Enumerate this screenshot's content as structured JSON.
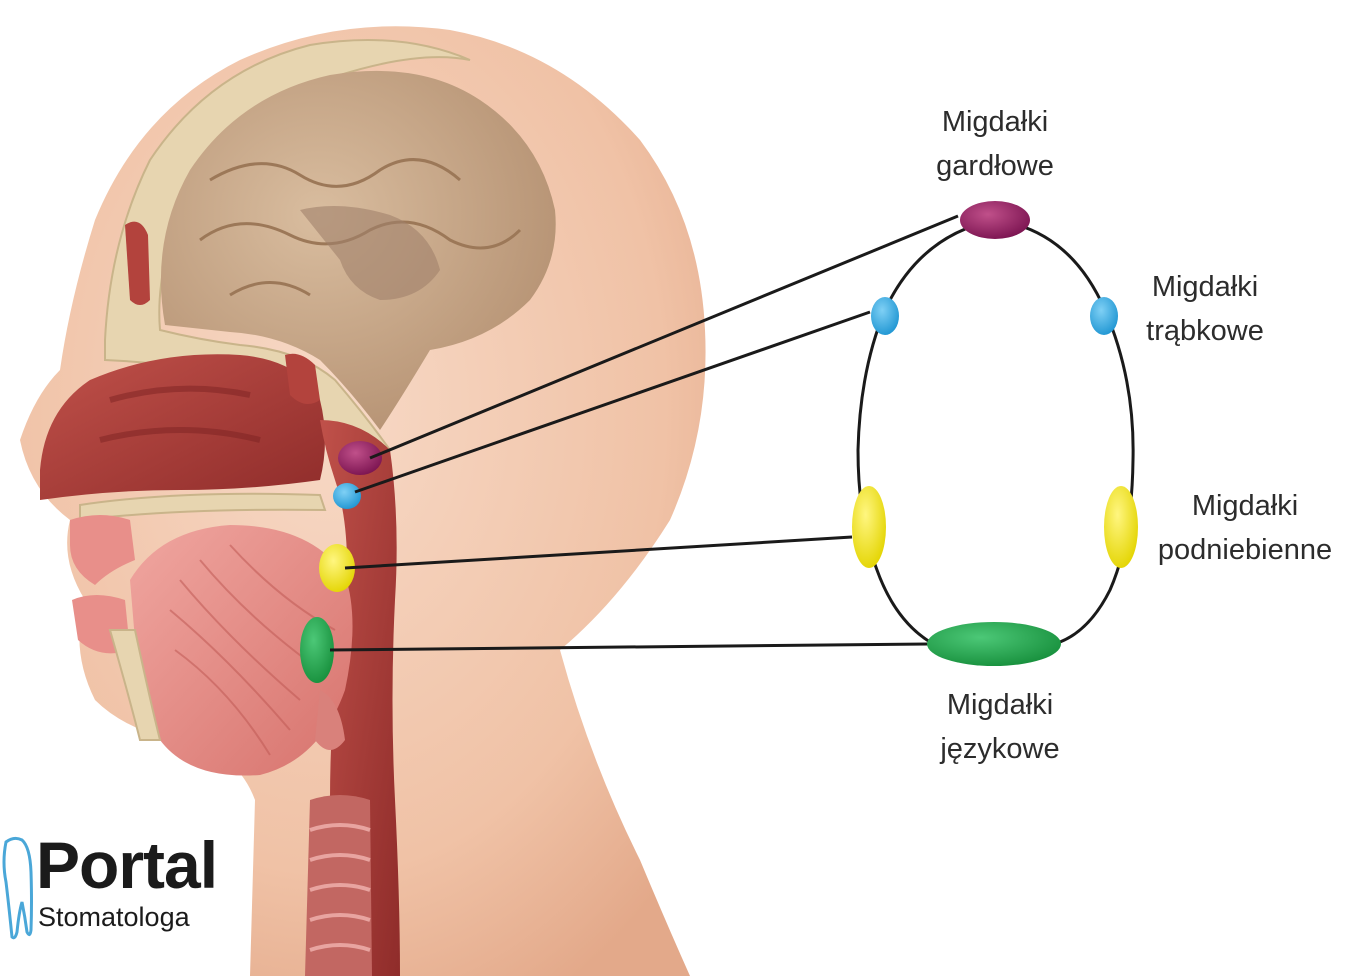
{
  "labels": {
    "pharyngeal": [
      "Migdałki",
      "gardłowe"
    ],
    "tubal": [
      "Migdałki",
      "trąbkowe"
    ],
    "palatine": [
      "Migdałki",
      "podniebienne"
    ],
    "lingual": [
      "Migdałki",
      "językowe"
    ]
  },
  "logo": {
    "title": "Portal",
    "subtitle": "Stomatologa",
    "icon": "tooth-icon"
  },
  "colors": {
    "pharyngeal_tonsil": "#8e1a5c",
    "tubal_tonsil": "#29a8e0",
    "palatine_tonsil": "#f2e500",
    "lingual_tonsil": "#1fa64a",
    "skin": "#f2c7ad",
    "tissue": "#b3433d",
    "brain": "#c9a98a"
  }
}
